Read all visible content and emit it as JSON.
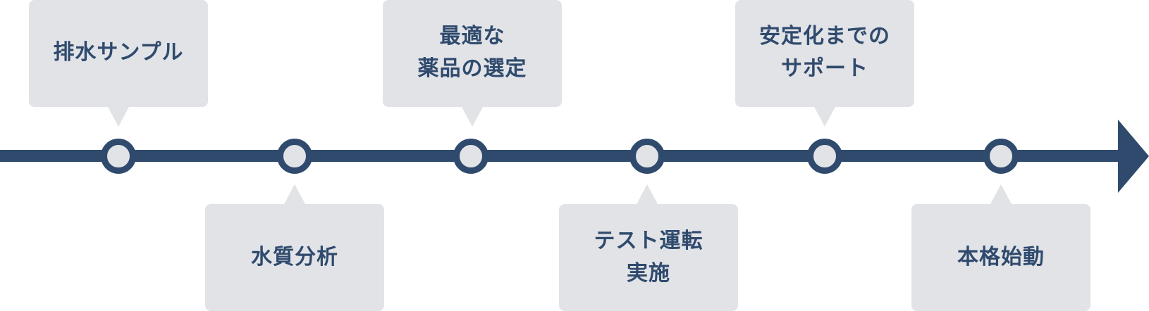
{
  "steps": [
    {
      "label": "排水サンプル"
    },
    {
      "label": "水質分析"
    },
    {
      "label": "最適な\n薬品の選定"
    },
    {
      "label": "テスト運転\n実施"
    },
    {
      "label": "安定化までの\nサポート"
    },
    {
      "label": "本格始動"
    }
  ],
  "colors": {
    "axis": "#2f4a6d",
    "card_background": "#e1e3e7",
    "text": "#2f4a6d"
  }
}
